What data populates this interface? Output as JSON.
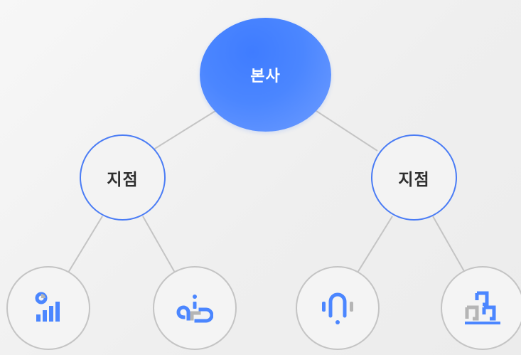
{
  "org_chart": {
    "root": {
      "label": "본사"
    },
    "branches": [
      {
        "label": "지점"
      },
      {
        "label": "지점"
      }
    ],
    "leaves": [
      {
        "icon": "bar-chart-person-icon"
      },
      {
        "icon": "connector-network-icon"
      },
      {
        "icon": "arch-signal-icon"
      },
      {
        "icon": "stacked-blocks-icon"
      }
    ]
  },
  "colors": {
    "primary_blue": "#4b86ff",
    "branch_border": "#4a7cf5",
    "connector_line": "#c4c4c4",
    "leaf_border": "#c4c4c4",
    "icon_gray": "#b5b5b5",
    "text_dark": "#2e2e2e"
  }
}
